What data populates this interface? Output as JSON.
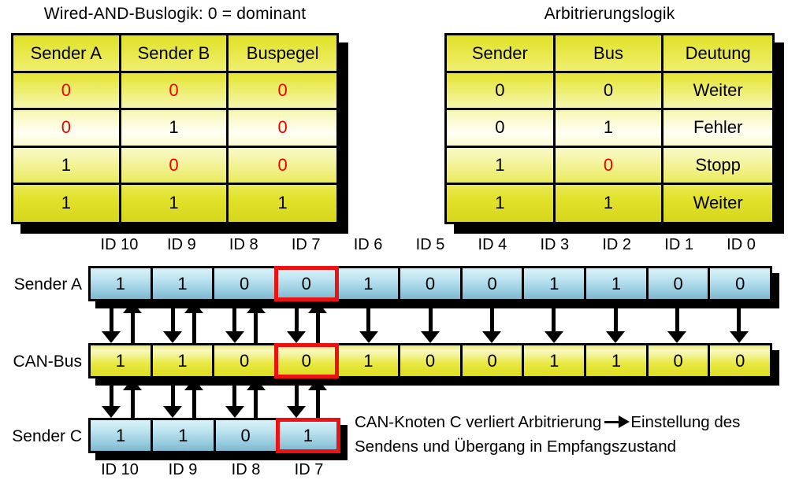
{
  "tables": {
    "wired": {
      "title": "Wired-AND-Buslogik: 0 = dominant",
      "headers": [
        "Sender A",
        "Sender B",
        "Buspegel"
      ],
      "rows": [
        [
          {
            "text": "0",
            "red": true
          },
          {
            "text": "0",
            "red": true
          },
          {
            "text": "0",
            "red": true
          }
        ],
        [
          {
            "text": "0",
            "red": true
          },
          {
            "text": "1",
            "red": false
          },
          {
            "text": "0",
            "red": true
          }
        ],
        [
          {
            "text": "1",
            "red": false
          },
          {
            "text": "0",
            "red": true
          },
          {
            "text": "0",
            "red": true
          }
        ],
        [
          {
            "text": "1",
            "red": false
          },
          {
            "text": "1",
            "red": false
          },
          {
            "text": "1",
            "red": false
          }
        ]
      ]
    },
    "arb": {
      "title": "Arbitrierungslogik",
      "headers": [
        "Sender",
        "Bus",
        "Deutung"
      ],
      "rows": [
        [
          {
            "text": "0",
            "red": false
          },
          {
            "text": "0",
            "red": false
          },
          {
            "text": "Weiter",
            "red": false
          }
        ],
        [
          {
            "text": "0",
            "red": false
          },
          {
            "text": "1",
            "red": false
          },
          {
            "text": "Fehler",
            "red": false
          }
        ],
        [
          {
            "text": "1",
            "red": false
          },
          {
            "text": "0",
            "red": true
          },
          {
            "text": "Stopp",
            "red": false
          }
        ],
        [
          {
            "text": "1",
            "red": false
          },
          {
            "text": "1",
            "red": false
          },
          {
            "text": "Weiter",
            "red": false
          }
        ]
      ]
    }
  },
  "bit_diagram": {
    "id_labels_top": [
      "ID 10",
      "ID 9",
      "ID 8",
      "ID 7",
      "ID 6",
      "ID 5",
      "ID 4",
      "ID 3",
      "ID 2",
      "ID 1",
      "ID 0"
    ],
    "id_labels_bottom": [
      "ID 10",
      "ID 9",
      "ID 8",
      "ID 7"
    ],
    "rows": [
      {
        "name": "sender-a",
        "label": "Sender A",
        "color": "blue",
        "bits": [
          {
            "v": "1"
          },
          {
            "v": "1"
          },
          {
            "v": "0"
          },
          {
            "v": "0",
            "highlight": true
          },
          {
            "v": "1"
          },
          {
            "v": "0"
          },
          {
            "v": "0"
          },
          {
            "v": "1"
          },
          {
            "v": "1"
          },
          {
            "v": "0"
          },
          {
            "v": "0"
          }
        ]
      },
      {
        "name": "can-bus",
        "label": "CAN-Bus",
        "color": "yellow",
        "bits": [
          {
            "v": "1"
          },
          {
            "v": "1"
          },
          {
            "v": "0"
          },
          {
            "v": "0",
            "highlight": true
          },
          {
            "v": "1"
          },
          {
            "v": "0"
          },
          {
            "v": "0"
          },
          {
            "v": "1"
          },
          {
            "v": "1"
          },
          {
            "v": "0"
          },
          {
            "v": "0"
          }
        ]
      },
      {
        "name": "sender-c",
        "label": "Sender C",
        "color": "blue",
        "bits": [
          {
            "v": "1"
          },
          {
            "v": "1"
          },
          {
            "v": "0"
          },
          {
            "v": "1",
            "highlight": true
          }
        ]
      }
    ],
    "arrows": {
      "top": {
        "bidirectional_cols": [
          0,
          1,
          2,
          3
        ],
        "down_only_cols": [
          4,
          5,
          6,
          7,
          8,
          9,
          10
        ]
      },
      "bottom": {
        "bidirectional_cols": [
          0,
          1,
          2,
          3
        ]
      }
    },
    "annotation": {
      "line1_before": "CAN-Knoten C verliert Arbitrierung",
      "line1_after": "Einstellung",
      "line2": "des Sendens und Übergang in Empfangszustand"
    }
  },
  "colors": {
    "highlight_border": "#ee1111",
    "red_text": "#ee0000",
    "cell_yellow": "#e8e838",
    "cell_blue": "#a8d8ea",
    "shadow": "#000000"
  }
}
